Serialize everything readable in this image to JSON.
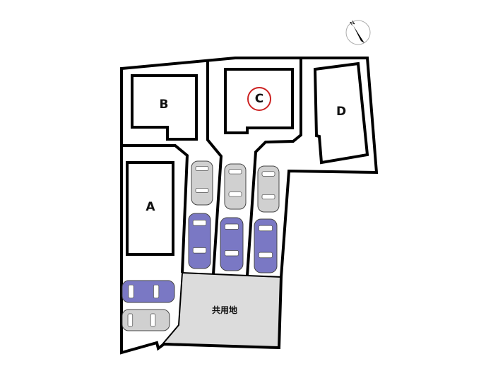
{
  "plan": {
    "lots": [
      {
        "id": "A",
        "label": "A"
      },
      {
        "id": "B",
        "label": "B"
      },
      {
        "id": "C",
        "label": "C",
        "highlighted": true
      },
      {
        "id": "D",
        "label": "D"
      }
    ],
    "shared_area_label": "共用地",
    "compass_label": "N",
    "colors": {
      "highlight_circle": "#cc2222",
      "shared_area": "#dcdcdc",
      "car_blue": "#7a78c4",
      "car_gray": "#d0d0d0"
    },
    "cars": [
      {
        "color": "gray",
        "orientation": "vertical"
      },
      {
        "color": "gray",
        "orientation": "vertical"
      },
      {
        "color": "gray",
        "orientation": "vertical"
      },
      {
        "color": "blue",
        "orientation": "vertical"
      },
      {
        "color": "blue",
        "orientation": "vertical"
      },
      {
        "color": "blue",
        "orientation": "vertical"
      },
      {
        "color": "blue",
        "orientation": "horizontal"
      },
      {
        "color": "gray",
        "orientation": "horizontal"
      }
    ]
  }
}
